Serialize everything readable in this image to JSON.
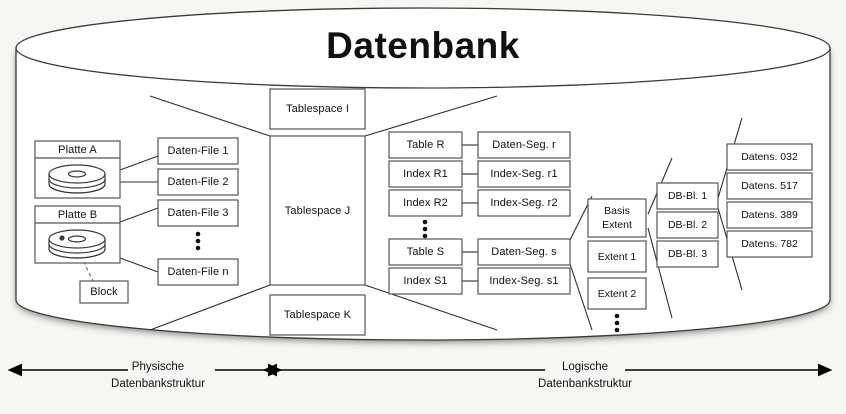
{
  "diagram": {
    "title": "Datenbank",
    "physical": {
      "disks": [
        {
          "name": "Platte A",
          "icon": "disk-platter-icon"
        },
        {
          "name": "Platte B",
          "icon": "disk-platter-icon"
        }
      ],
      "block_label": "Block",
      "data_files": [
        "Daten-File 1",
        "Daten-File 2",
        "Daten-File 3",
        "Daten-File n"
      ],
      "data_files_ellipsis": "vertical-ellipsis"
    },
    "tablespaces": [
      "Tablespace I",
      "Tablespace J",
      "Tablespace K"
    ],
    "logical": {
      "objects": [
        "Table R",
        "Index R1",
        "Index R2",
        "Table S",
        "Index S1"
      ],
      "objects_ellipsis": "vertical-ellipsis",
      "segments": [
        "Daten-Seg. r",
        "Index-Seg. r1",
        "Index-Seg. r2",
        "Daten-Seg. s",
        "Index-Seg. s1"
      ],
      "extents": [
        "Basis\nExtent",
        "Extent 1",
        "Extent 2"
      ],
      "extents_ellipsis": "vertical-ellipsis",
      "blocks": [
        "DB-Bl. 1",
        "DB-Bl. 2",
        "DB-Bl. 3"
      ],
      "records": [
        "Datens. 032",
        "Datens. 517",
        "Datens. 389",
        "Datens. 782"
      ]
    },
    "axes": [
      {
        "line1": "Physische",
        "line2": "Datenbankstruktur"
      },
      {
        "line1": "Logische",
        "line2": "Datenbankstruktur"
      }
    ],
    "colors": {
      "background": "#f6f6f4",
      "stroke": "#3a3a3a",
      "box_stroke": "#555555",
      "text": "#111111",
      "cylinder_fill": "#ffffff"
    }
  }
}
